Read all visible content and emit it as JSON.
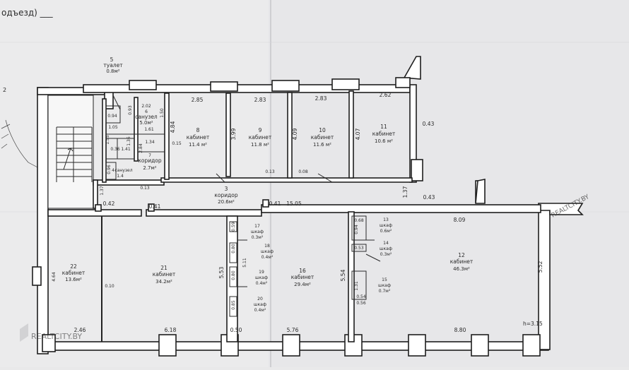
{
  "header": {
    "text": "одъезд) ___"
  },
  "corner_mark": "2",
  "height_note": "h=3.15",
  "watermark": "REALTCITY.BY",
  "watermark_side": "REALTCITY.BY",
  "rooms": [
    {
      "num": "5",
      "name": "туалет",
      "area": "0.8м²"
    },
    {
      "num": "6",
      "name": "санузел",
      "area": "5.0м²"
    },
    {
      "num": "4",
      "name": "санузел",
      "area": "1.4"
    },
    {
      "num": "7",
      "name": "коридор",
      "area": "2.7м²"
    },
    {
      "num": "8",
      "name": "кабинет",
      "area": "11.4 м²"
    },
    {
      "num": "9",
      "name": "кабинет",
      "area": "11.8 м²"
    },
    {
      "num": "10",
      "name": "кабинет",
      "area": "11.6 м²"
    },
    {
      "num": "11",
      "name": "кабинет",
      "area": "10.6 м²"
    },
    {
      "num": "3",
      "name": "коридор",
      "area": "20.6м²"
    },
    {
      "num": "22",
      "name": "кабинет",
      "area": "13.6м²"
    },
    {
      "num": "21",
      "name": "кабинет",
      "area": "34.2м²"
    },
    {
      "num": "17",
      "name": "шкаф",
      "area": "0.3м²"
    },
    {
      "num": "18",
      "name": "шкаф",
      "area": "0.4м²"
    },
    {
      "num": "19",
      "name": "шкаф",
      "area": "0.4м²"
    },
    {
      "num": "20",
      "name": "шкаф",
      "area": "0.4м²"
    },
    {
      "num": "16",
      "name": "кабинет",
      "area": "29.4м²"
    },
    {
      "num": "13",
      "name": "шкаф",
      "area": "0.6м²"
    },
    {
      "num": "14",
      "name": "шкаф",
      "area": "0.3м²"
    },
    {
      "num": "15",
      "name": "шкаф",
      "area": "0.7м²"
    },
    {
      "num": "12",
      "name": "кабинет",
      "area": "46.3м²"
    }
  ],
  "dimensions": [
    "2.85",
    "2.83",
    "2.83",
    "2.62",
    "0.43",
    "0.43",
    "1.37",
    "1.37",
    "3.99",
    "4.09",
    "4.07",
    "4.84",
    "1.50",
    "0.15",
    "0.13",
    "0.08",
    "0.13",
    "2.02",
    "0.93",
    "0.94",
    "1.05",
    "1.55",
    "1.61",
    "1.34",
    "0.36",
    "1.41",
    "1.36",
    "2.84",
    "0.96",
    "0.42",
    "0.41",
    "0.41",
    "15.05",
    "8.09",
    "0.59",
    "0.80",
    "5.11",
    "5.53",
    "0.80",
    "0.85",
    "0.10",
    "5.54",
    "5.52",
    "0.68",
    "0.94",
    "0.53",
    "1.31",
    "0.54",
    "0.56",
    "2.46",
    "6.18",
    "0.50",
    "5.76",
    "8.80",
    "4.64"
  ]
}
